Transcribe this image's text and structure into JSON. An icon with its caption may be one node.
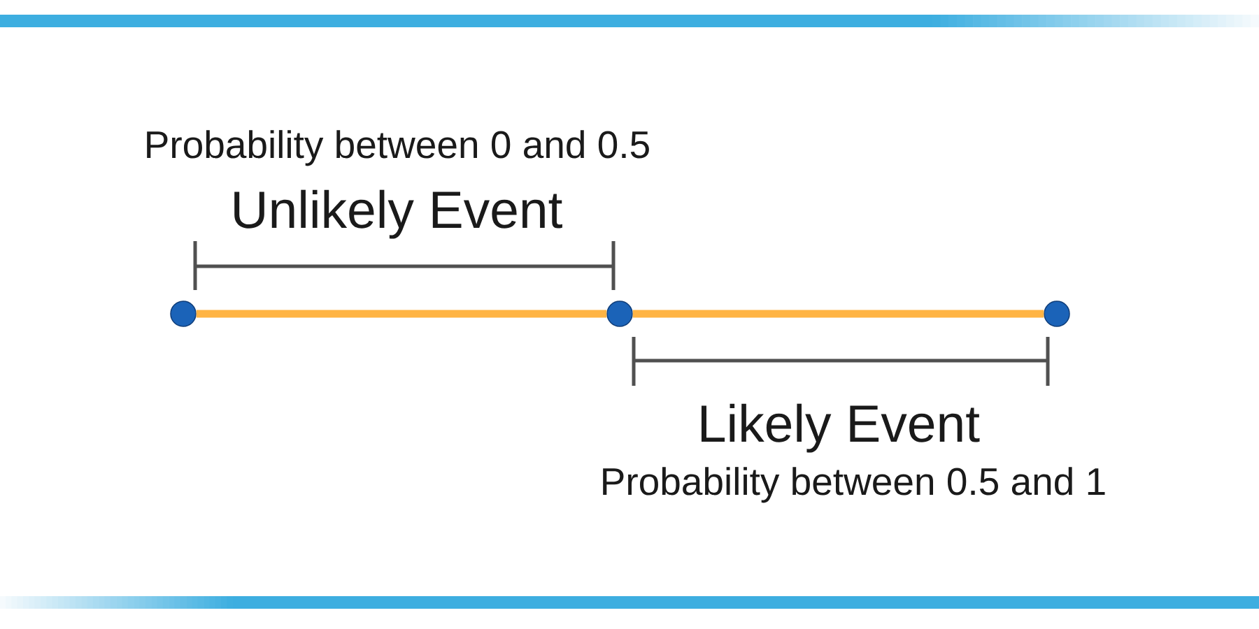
{
  "diagram": {
    "nodes": [
      {
        "text": [],
        "shape": "circle"
      },
      {
        "text": [],
        "shape": "circle"
      },
      {
        "text": [],
        "shape": "circle"
      }
    ],
    "edges": [
      {
        "from": 0,
        "to": 1,
        "arrow": "none"
      },
      {
        "from": 1,
        "to": 2,
        "arrow": "none"
      }
    ],
    "labels": [
      "Probability between 0 and 0.5",
      "Unlikely Event",
      "Likely Event",
      "Probability between 0.5 and 1"
    ]
  }
}
